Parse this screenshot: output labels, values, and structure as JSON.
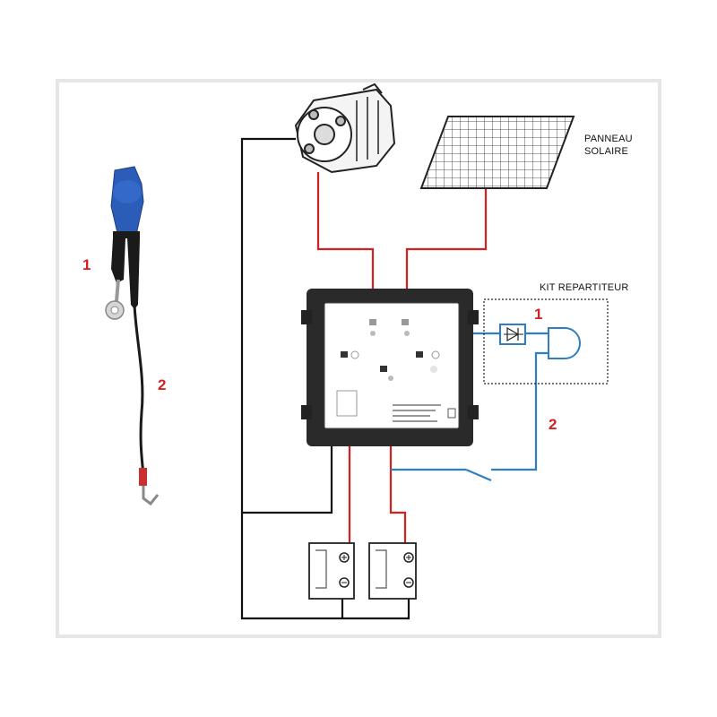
{
  "labels": {
    "solar_panel_line1": "PANNEAU",
    "solar_panel_line2": "SOLAIRE",
    "splitter_kit": "KIT REPARTITEUR"
  },
  "callouts": {
    "cable_part_1": "1",
    "cable_part_2": "2",
    "kit_part_1": "1",
    "kit_part_2": "2"
  },
  "colors": {
    "wire_positive": "#d42020",
    "wire_negative": "#111111",
    "wire_signal": "#2f7fc0",
    "callout": "#d42020",
    "frame": "#e6e6e6",
    "connector": "#2b5cb8"
  },
  "components": {
    "alternator": "alternator-icon",
    "solar_panel": "solar-panel-icon",
    "charger": "dc-dc-charger-icon",
    "batteries": [
      "battery-icon",
      "battery-icon"
    ],
    "diode": "diode-icon",
    "and_gate": "and-gate-icon",
    "switch": "switch-icon",
    "cable": "ring-terminal-cable-icon"
  }
}
